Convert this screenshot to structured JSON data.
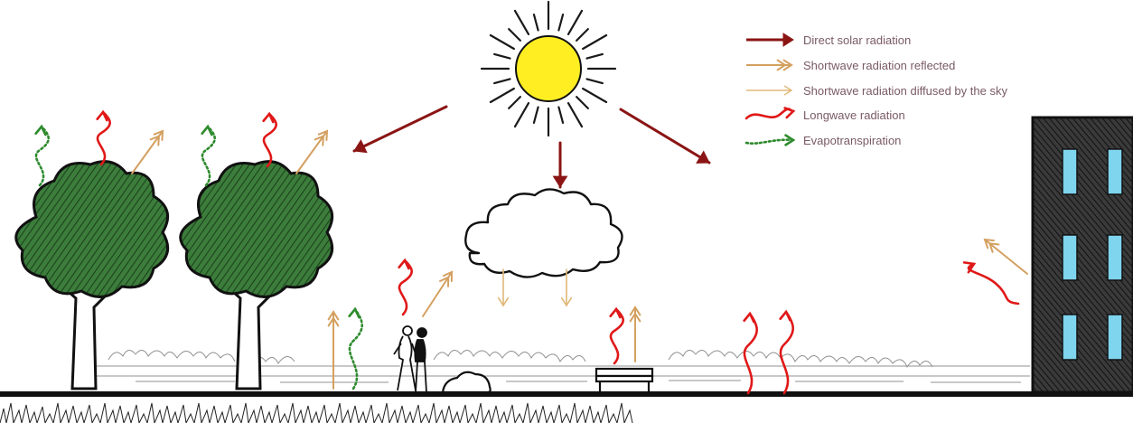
{
  "colors": {
    "direct_solar": "#8b1414",
    "shortwave_reflected": "#d4a060",
    "shortwave_diffused": "#e0b878",
    "longwave": "#e01818",
    "evapotranspiration": "#2e8b2e",
    "sun_fill": "#ffee22",
    "sun_rays": "#1a1a1a",
    "tree_canopy": "#2f6b2f",
    "building": "#2a2a2a",
    "window": "#7fd4ee",
    "legend_text": "#7a5a66"
  },
  "legend": [
    {
      "key": "direct_solar",
      "label": "Direct solar radiation"
    },
    {
      "key": "shortwave_reflected",
      "label": "Shortwave radiation reflected"
    },
    {
      "key": "shortwave_diffused",
      "label": "Shortwave radiation diffused by the sky"
    },
    {
      "key": "longwave",
      "label": "Longwave radiation"
    },
    {
      "key": "evapotranspiration",
      "label": "Evapotranspiration"
    }
  ],
  "icons": [
    "sun-icon",
    "cloud-icon",
    "tree-icon",
    "building-icon",
    "bench-icon",
    "people-icon",
    "bush-icon"
  ]
}
